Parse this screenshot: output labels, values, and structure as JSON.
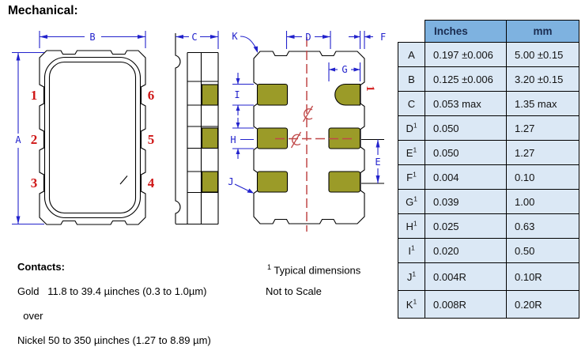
{
  "title": "Mechanical:",
  "diagram": {
    "dim_labels": {
      "A": "A",
      "B": "B",
      "C": "C",
      "D": "D",
      "E": "E",
      "F": "F",
      "G": "G",
      "H": "H",
      "I": "I",
      "J": "J",
      "K": "K"
    },
    "pin_numbers": {
      "p1": "1",
      "p2": "2",
      "p3": "3",
      "p4": "4",
      "p5": "5",
      "p6": "6"
    },
    "pin1_marker": "1",
    "icons": {
      "centerline_symbol": "C-with-slash centre-line mark",
      "pin1_indicator": "rotated numeral 1"
    },
    "colors": {
      "dimension_blue": "#2222CC",
      "pin_red": "#CF1616",
      "pad_olive": "#9B9B28",
      "centerline_red": "#C04848",
      "outline_black": "#000000"
    }
  },
  "contacts": {
    "heading": "Contacts:",
    "line1": "Gold   11.8 to 39.4 µinches (0.3 to 1.0µm)",
    "line2": "  over",
    "line3": "Nickel 50 to 350 µinches (1.27 to 8.89 µm)"
  },
  "notes": {
    "typical_sup": "1",
    "typical": " Typical dimensions",
    "scale": "Not to Scale"
  },
  "table": {
    "headers": {
      "inches": "Inches",
      "mm": "mm"
    },
    "colors": {
      "header_bg": "#7EB2E0",
      "row_bg": "#DBE8F5"
    },
    "rows": [
      {
        "label": "A",
        "sup": "",
        "inches": "0.197 ±0.006",
        "mm": "5.00 ±0.15"
      },
      {
        "label": "B",
        "sup": "",
        "inches": "0.125 ±0.006",
        "mm": "3.20 ±0.15"
      },
      {
        "label": "C",
        "sup": "",
        "inches": "0.053 max",
        "mm": "1.35 max"
      },
      {
        "label": "D",
        "sup": "1",
        "inches": "0.050",
        "mm": "1.27"
      },
      {
        "label": "E",
        "sup": "1",
        "inches": "0.050",
        "mm": "1.27"
      },
      {
        "label": "F",
        "sup": "1",
        "inches": "0.004",
        "mm": "0.10"
      },
      {
        "label": "G",
        "sup": "1",
        "inches": "0.039",
        "mm": "1.00"
      },
      {
        "label": "H",
        "sup": "1",
        "inches": "0.025",
        "mm": "0.63"
      },
      {
        "label": "I",
        "sup": "1",
        "inches": "0.020",
        "mm": "0.50"
      },
      {
        "label": "J",
        "sup": "1",
        "inches": "0.004R",
        "mm": "0.10R"
      },
      {
        "label": "K",
        "sup": "1",
        "inches": "0.008R",
        "mm": "0.20R"
      }
    ]
  }
}
